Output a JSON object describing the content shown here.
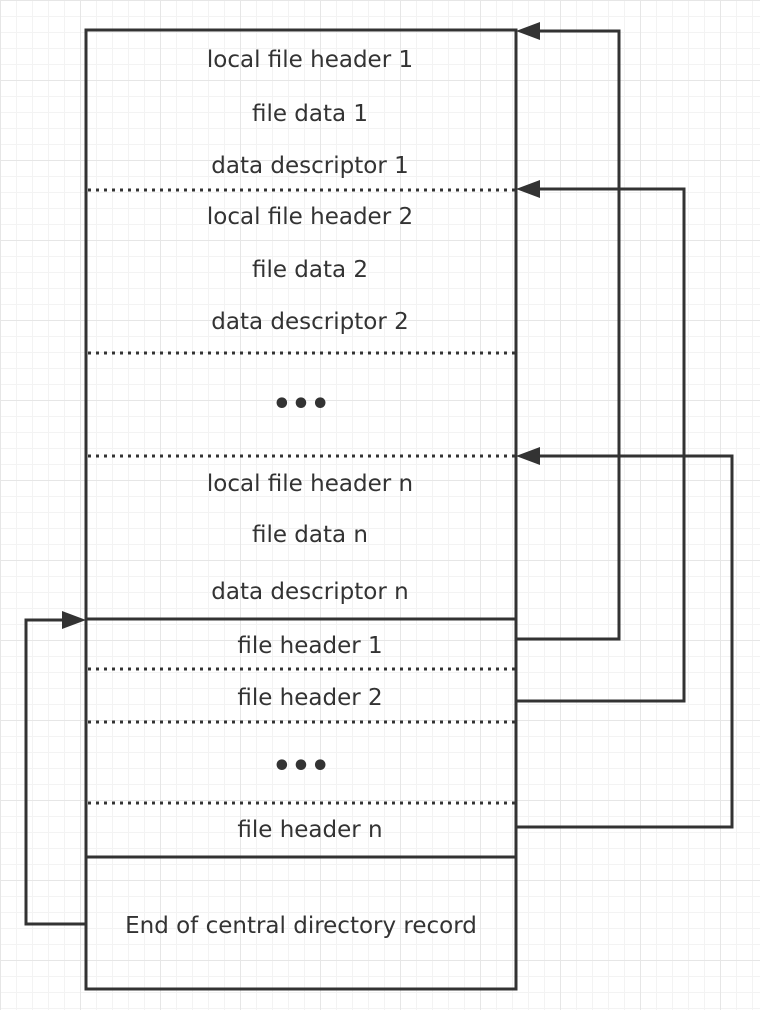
{
  "layout_blocks": {
    "local_1": {
      "header": "local file header 1",
      "data": "file data 1",
      "descriptor": "data descriptor 1"
    },
    "local_2": {
      "header": "local file header 2",
      "data": "file data 2",
      "descriptor": "data descriptor 2"
    },
    "local_ellipsis": "•••",
    "local_n": {
      "header": "local file header n",
      "data": "file data n",
      "descriptor": "data descriptor n"
    },
    "central_directory": {
      "file_header_1": "file header 1",
      "file_header_2": "file header 2",
      "ellipsis": "•••",
      "file_header_n": "file header n"
    },
    "end_record": "End of central directory record"
  },
  "links": [
    {
      "from": "file header 1",
      "to": "local file header 1"
    },
    {
      "from": "file header 2",
      "to": "local file header 2"
    },
    {
      "from": "file header n",
      "to": "local file header n"
    },
    {
      "from": "End of central directory record",
      "to": "file header 1"
    }
  ],
  "colors": {
    "line": "#333333",
    "text": "#333333",
    "grid": "#e6e6e6",
    "background": "#ffffff"
  }
}
